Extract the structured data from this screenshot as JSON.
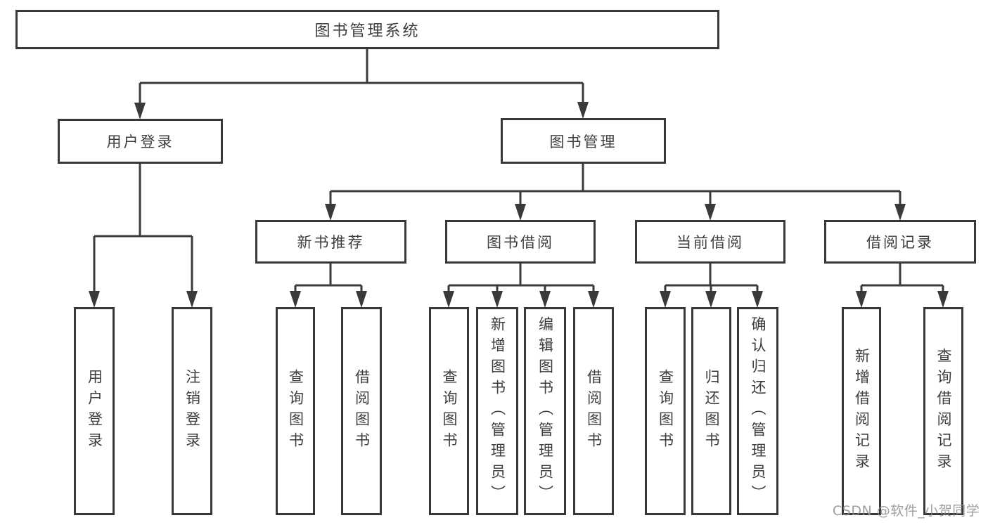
{
  "watermark": "CSDN @软件_小贺同学",
  "colors": {
    "line": "#3a3a3a",
    "box_border": "#383838",
    "text": "#3d3d3d",
    "background": "#ffffff",
    "watermark": "#8c8e91"
  },
  "tree": {
    "root": {
      "label": "图书管理系统",
      "children": [
        {
          "label": "用户登录",
          "children": [
            {
              "label": "用户登录"
            },
            {
              "label": "注销登录"
            }
          ]
        },
        {
          "label": "图书管理",
          "children": [
            {
              "label": "新书推荐",
              "children": [
                {
                  "label": "查询图书"
                },
                {
                  "label": "借阅图书"
                }
              ]
            },
            {
              "label": "图书借阅",
              "children": [
                {
                  "label": "查询图书"
                },
                {
                  "label": "新增图书（管理员）"
                },
                {
                  "label": "编辑图书（管理员）"
                },
                {
                  "label": "借阅图书"
                }
              ]
            },
            {
              "label": "当前借阅",
              "children": [
                {
                  "label": "查询图书"
                },
                {
                  "label": "归还图书"
                },
                {
                  "label": "确认归还（管理员）"
                }
              ]
            },
            {
              "label": "借阅记录",
              "children": [
                {
                  "label": "新增借阅记录"
                },
                {
                  "label": "查询借阅记录"
                }
              ]
            }
          ]
        }
      ]
    }
  }
}
